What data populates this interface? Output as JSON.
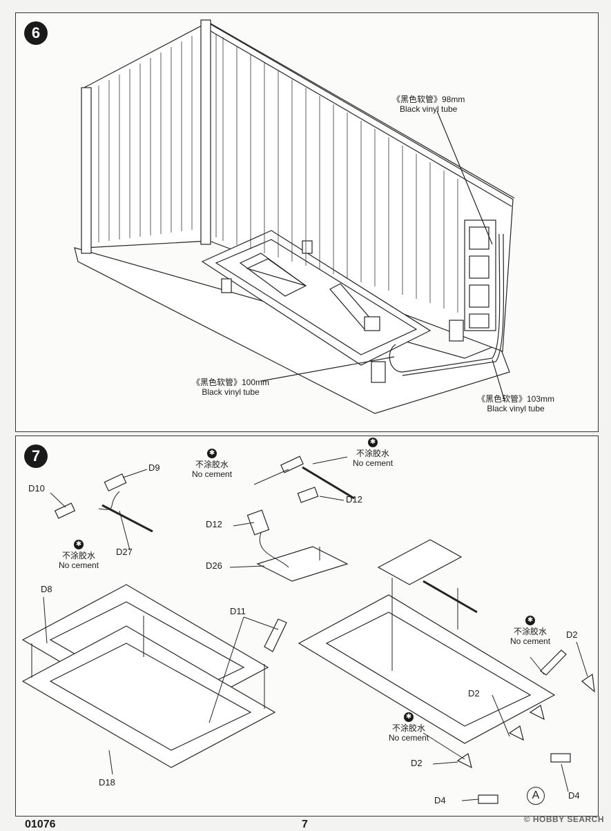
{
  "steps": {
    "step6": {
      "number": "6",
      "callouts": [
        {
          "cn": "《黑色软管》98mm",
          "en": "Black vinyl tube"
        },
        {
          "cn": "《黑色软管》100mm",
          "en": "Black vinyl tube"
        },
        {
          "cn": "《黑色软管》103mm",
          "en": "Black vinyl tube"
        }
      ]
    },
    "step7": {
      "number": "7",
      "no_cement": {
        "cn": "不涂胶水",
        "en": "No cement"
      },
      "parts": {
        "d9": "D9",
        "d10": "D10",
        "d27": "D27",
        "d12a": "D12",
        "d12b": "D12",
        "d26": "D26",
        "d8": "D8",
        "d11": "D11",
        "d18": "D18",
        "d2a": "D2",
        "d2b": "D2",
        "d2c": "D2",
        "d4a": "D4",
        "d4b": "D4"
      },
      "marker": "A"
    }
  },
  "footer": {
    "code": "01076",
    "page": "7"
  },
  "watermark": "© HOBBY SEARCH",
  "icons": {
    "no_cement": "no-glue-icon",
    "marker": "circle-letter-icon"
  }
}
